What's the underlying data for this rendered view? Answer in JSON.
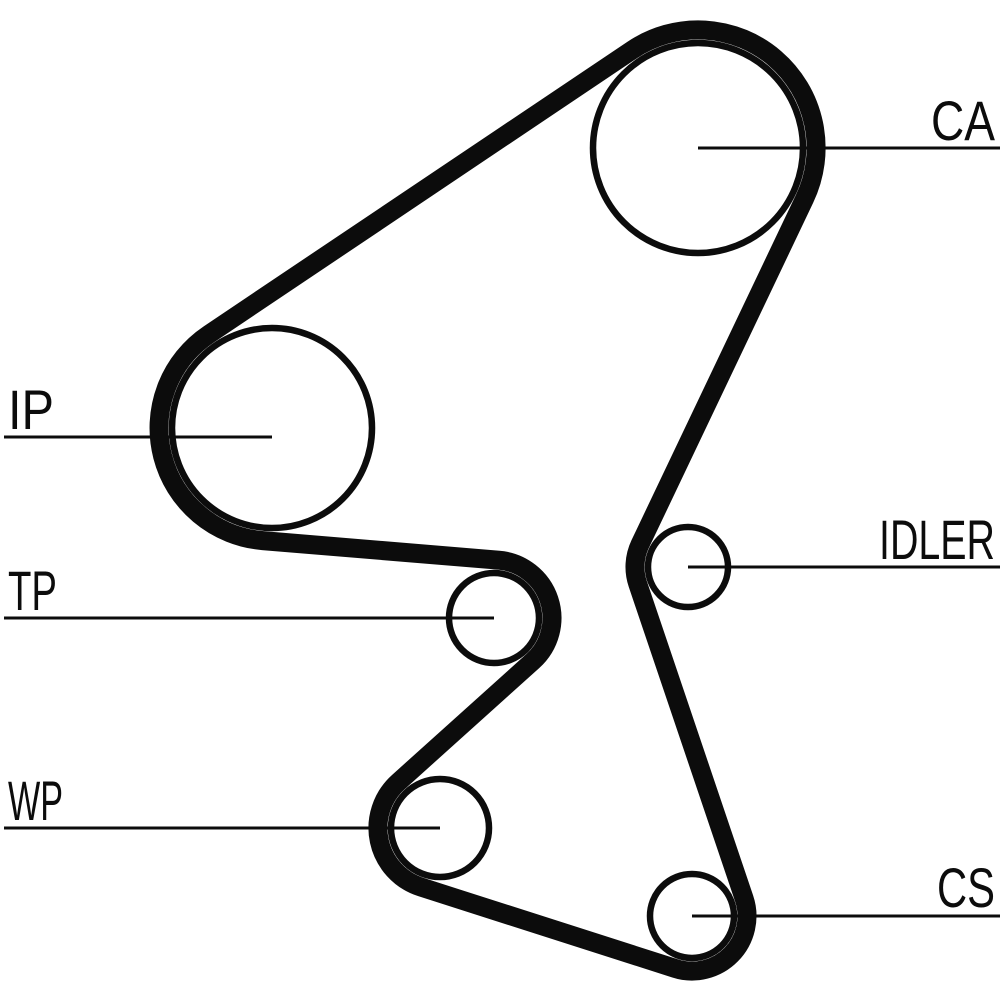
{
  "diagram": {
    "type": "timing-belt-routing",
    "colors": {
      "line": "#0c0c0c",
      "background": "#ffffff"
    },
    "labels": {
      "ca": "CA",
      "ip": "IP",
      "tp": "TP",
      "idler": "IDLER",
      "wp": "WP",
      "cs": "CS"
    }
  }
}
